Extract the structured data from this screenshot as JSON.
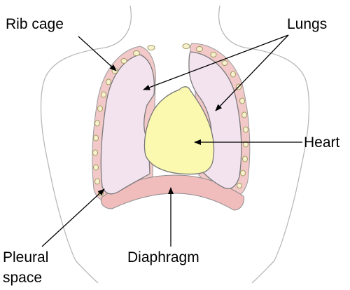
{
  "labels": {
    "rib_cage": "Rib cage",
    "lungs": "Lungs",
    "heart": "Heart",
    "pleural_space_line1": "Pleural",
    "pleural_space_line2": "space",
    "diaphragm": "Diaphragm"
  },
  "colors": {
    "body_outline": "#b9b9b9",
    "lung_fill": "#f3e3ef",
    "lung_shade": "#e8cbe2",
    "pleura_fill": "#f2c8c8",
    "heart_fill": "#fbf8b0",
    "rib_fill": "#f8f1cf",
    "rib_stroke": "#a09a60",
    "arrow": "#000000"
  }
}
